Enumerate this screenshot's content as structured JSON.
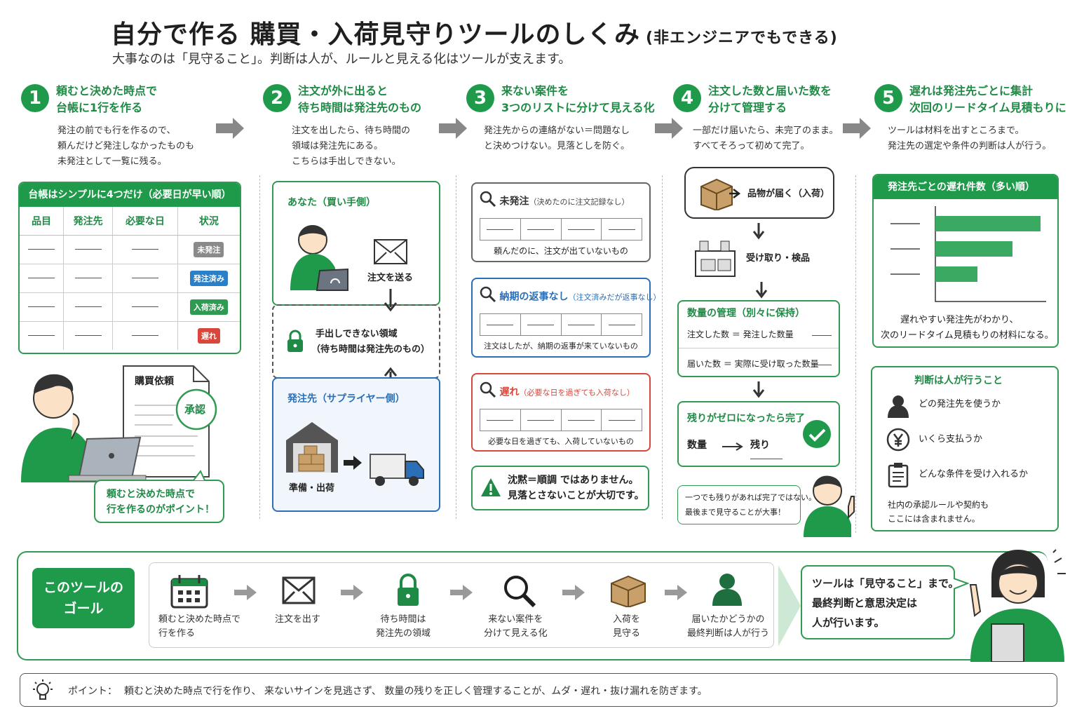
{
  "header": {
    "title": "自分で作る 購買・入荷見守りツールのしくみ",
    "title_note": "(非エンジニアでもできる)",
    "subtitle": "大事なのは「見守ること」。判断は人が、ルールと見える化はツールが支えます。"
  },
  "steps": [
    {
      "num": "1",
      "title1": "頼むと決めた時点で",
      "title2": "台帳に1行を作る",
      "desc": [
        "発注の前でも行を作るので、",
        "頼んだけど発注しなかったものも",
        "未発注として一覧に残る。"
      ]
    },
    {
      "num": "2",
      "title1": "注文が外に出ると",
      "title2": "待ち時間は発注先のもの",
      "desc": [
        "注文を出したら、待ち時間の",
        "領域は発注先にある。",
        "こちらは手出しできない。"
      ]
    },
    {
      "num": "3",
      "title1": "来ない案件を",
      "title2": "3つのリストに分けて見える化",
      "desc": [
        "発注先からの連絡がない＝問題なし",
        "と決めつけない。見落としを防ぐ。"
      ]
    },
    {
      "num": "4",
      "title1": "注文した数と届いた数を",
      "title2": "分けて管理する",
      "desc": [
        "一部だけ届いたら、未完了のまま。",
        "すべてそろって初めて完了。"
      ]
    },
    {
      "num": "5",
      "title1": "遅れは発注先ごとに集計",
      "title2": "次回のリードタイム見積もりに",
      "desc": [
        "ツールは材料を出すところまで。",
        "発注先の選定や条件の判断は人が行う。"
      ]
    }
  ],
  "ledger": {
    "header": "台帳はシンプルに4つだけ（必要日が早い順）",
    "columns": [
      "品目",
      "発注先",
      "必要な日",
      "状況"
    ],
    "statuses": [
      {
        "label": "未発注",
        "color": "#8a8a8a"
      },
      {
        "label": "発注済み",
        "color": "#2a7fc9"
      },
      {
        "label": "入荷済み",
        "color": "#2f9a52"
      },
      {
        "label": "遅れ",
        "color": "#d9463b"
      }
    ]
  },
  "purchase": {
    "doc_title": "購買依頼",
    "stamp": "承認",
    "bubble": [
      "頼むと決めた時点で",
      "行を作るのがポイント！"
    ]
  },
  "step2": {
    "you": "あなた（買い手側）",
    "send": "注文を送る",
    "lock": [
      "手出しできない領域",
      "（待ち時間は発注先のもの）"
    ],
    "supplier": "発注先（サプライヤー側）",
    "ship": "準備・出荷"
  },
  "step3": {
    "lists": [
      {
        "title": "未発注",
        "note": "（決めたのに注文記録なし）",
        "desc": "頼んだのに、注文が出ていないもの",
        "color": "#444"
      },
      {
        "title": "納期の返事なし",
        "note": "（注文済みだが返事なし）",
        "desc": "注文はしたが、納期の返事が来ていないもの",
        "color": "#2a6fb8"
      },
      {
        "title": "遅れ",
        "note": "（必要な日を過ぎても入荷なし）",
        "desc": "必要な日を過ぎても、入荷していないもの",
        "color": "#d9463b"
      }
    ],
    "warn": [
      "沈黙＝順調 ではありません。",
      "見落とさないことが大切です。"
    ]
  },
  "step4": {
    "arrive": "品物が届く（入荷）",
    "inspect": "受け取り・検品",
    "qty_title": "数量の管理（別々に保持）",
    "ordered": "注文した数 ＝ 発注した数量",
    "received": "届いた数 ＝ 実際に受け取った数量",
    "done_title": "残りがゼロになったら完了",
    "qty": "数量",
    "rest": "残り",
    "bubble": [
      "一つでも残りがあれば完了ではない。",
      "最後まで見守ることが大事！"
    ]
  },
  "step5": {
    "chart_title": "発注先ごとの遅れ件数（多い順）",
    "caption": [
      "遅れやすい発注先がわかり、",
      "次のリードタイム見積もりの材料になる。"
    ],
    "judge_title": "判断は人が行うこと",
    "judge": [
      "どの発注先を使うか",
      "いくら支払うか",
      "どんな条件を受け入れるか"
    ],
    "judge_note": [
      "社内の承認ルールや契約も",
      "ここには含まれません。"
    ]
  },
  "chart_data": {
    "type": "bar",
    "orientation": "horizontal",
    "title": "発注先ごとの遅れ件数（多い順）",
    "categories": [
      "",
      "",
      ""
    ],
    "values": [
      3,
      2.2,
      1.2
    ]
  },
  "goal": {
    "label": [
      "このツールの",
      "ゴール"
    ],
    "items": [
      {
        "icon": "calendar-icon",
        "text": [
          "頼むと決めた時点で",
          "行を作る"
        ]
      },
      {
        "icon": "envelope-icon",
        "text": [
          "注文を出す"
        ]
      },
      {
        "icon": "lock-icon",
        "text": [
          "待ち時間は",
          "発注先の領域"
        ]
      },
      {
        "icon": "search-icon",
        "text": [
          "来ない案件を",
          "分けて見える化"
        ]
      },
      {
        "icon": "box-icon",
        "text": [
          "入荷を",
          "見守る"
        ]
      },
      {
        "icon": "person-icon",
        "text": [
          "届いたかどうかの",
          "最終判断は人が行う"
        ]
      }
    ],
    "bubble": [
      "ツールは「見守ること」まで。",
      "最終判断と意思決定は",
      "人が行います。"
    ]
  },
  "tip": {
    "label": "ポイント：",
    "text": "頼むと決めた時点で行を作り、 来ないサインを見逃さず、 数量の残りを正しく管理することが、ムダ・遅れ・抜け漏れを防ぎます。"
  },
  "colors": {
    "green": "#1f9a4a",
    "blue": "#2a7fc9",
    "red": "#d9463b",
    "gray": "#8a8a8a"
  }
}
